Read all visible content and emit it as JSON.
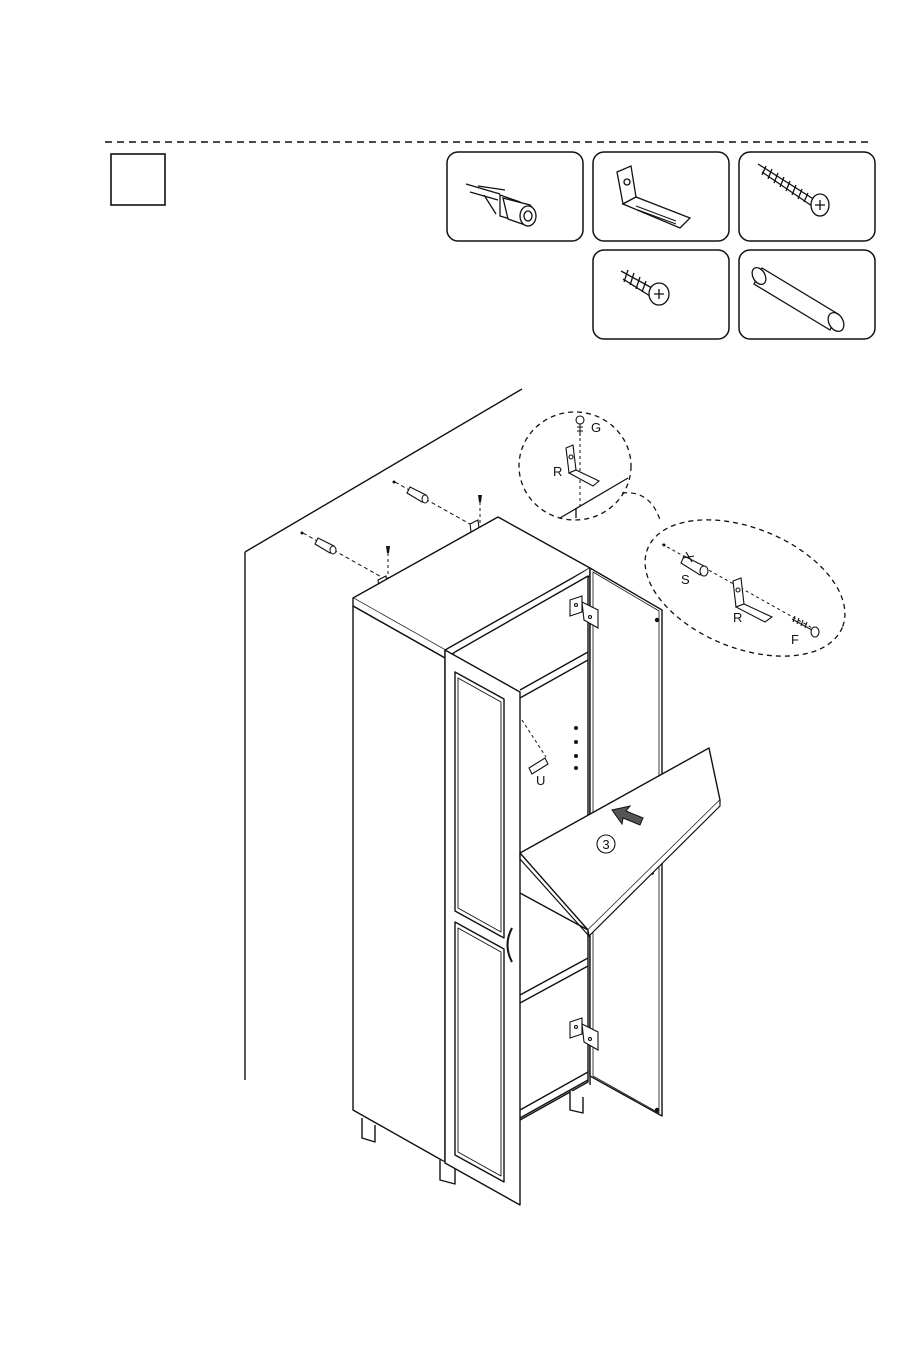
{
  "step_box": {
    "number": ""
  },
  "hardware_items": [
    {
      "icon": "wall-anchor-icon"
    },
    {
      "icon": "l-bracket-icon"
    },
    {
      "icon": "long-screw-icon"
    },
    {
      "icon": "short-screw-icon"
    },
    {
      "icon": "wooden-dowel-icon"
    }
  ],
  "callouts": {
    "g": "G",
    "r_top": "R",
    "s": "S",
    "r_right": "R",
    "f": "F",
    "u": "U",
    "shelf_number": "3"
  }
}
